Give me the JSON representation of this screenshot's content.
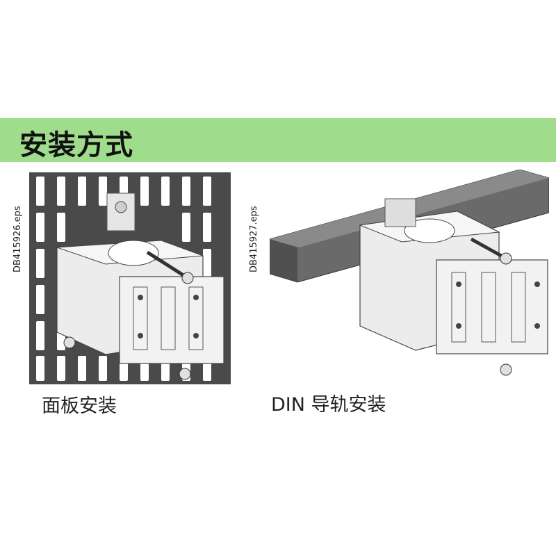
{
  "banner": {
    "title": "安装方式",
    "color": "#9fdc8c"
  },
  "panels": [
    {
      "code": "DB415926.eps",
      "caption": "面板安装"
    },
    {
      "code": "DB415927.eps",
      "caption": "DIN 导轨安装"
    }
  ]
}
